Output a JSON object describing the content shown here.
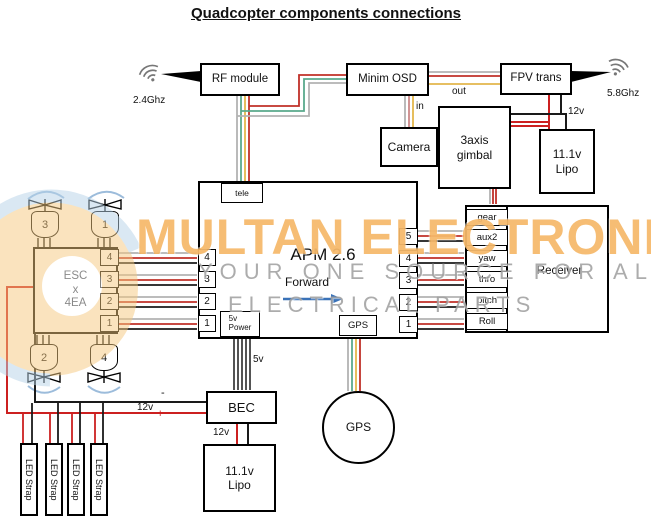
{
  "title": "Quadcopter components connections",
  "watermark": {
    "brand": "MULTAN ELECTRONICS",
    "tagline1": "YOUR ONE SOURCE FOR ALL",
    "tagline2": "ELECTRICAL PARTS"
  },
  "antennas": {
    "left_freq": "2.4Ghz",
    "right_freq": "5.8Ghz"
  },
  "components": {
    "rf_module": "RF module",
    "minim_osd": "Minim OSD",
    "fpv_trans": "FPV trans",
    "camera": "Camera",
    "gimbal": "3axis\ngimbal",
    "lipo_top": "11.1v\nLipo",
    "apm_title": "APM 2.6",
    "forward": "Forward",
    "tele": "tele",
    "power_5v": "5v\nPower",
    "gps_port": "GPS",
    "esc": "ESC\nx\n4EA",
    "receiver": "Receiver",
    "bec": "BEC",
    "lipo_bottom": "11.1v\nLipo",
    "gps": "GPS",
    "led_strap": "LED Strap"
  },
  "wire_labels": {
    "out": "out",
    "in": "in",
    "v12_top": "12v",
    "v5": "5v",
    "v12_left": "12v",
    "minus": "-",
    "plus": "+",
    "v12_bottom": "12v"
  },
  "esc_channels": [
    "4",
    "3",
    "2",
    "1"
  ],
  "apm_left_channels": [
    "4",
    "3",
    "2",
    "1"
  ],
  "apm_right_channels": [
    "5",
    "4",
    "3",
    "2",
    "1"
  ],
  "receiver_channels": [
    "gear",
    "aux2",
    "yaw",
    "thro",
    "pitch",
    "Roll"
  ],
  "motors": {
    "front_left": "3",
    "front_right": "1",
    "rear_left": "2",
    "rear_right": "4"
  },
  "colors": {
    "wire_red": "#c03028",
    "wire_black": "#1a1a1a",
    "wire_gray": "#b3b3b3",
    "wire_green": "#5aa98c",
    "wire_yellow": "#e3b64b",
    "arrow_blue": "#3a72b8",
    "watermark_orange": "#f3a746",
    "watermark_gray": "#9e9e9e"
  }
}
